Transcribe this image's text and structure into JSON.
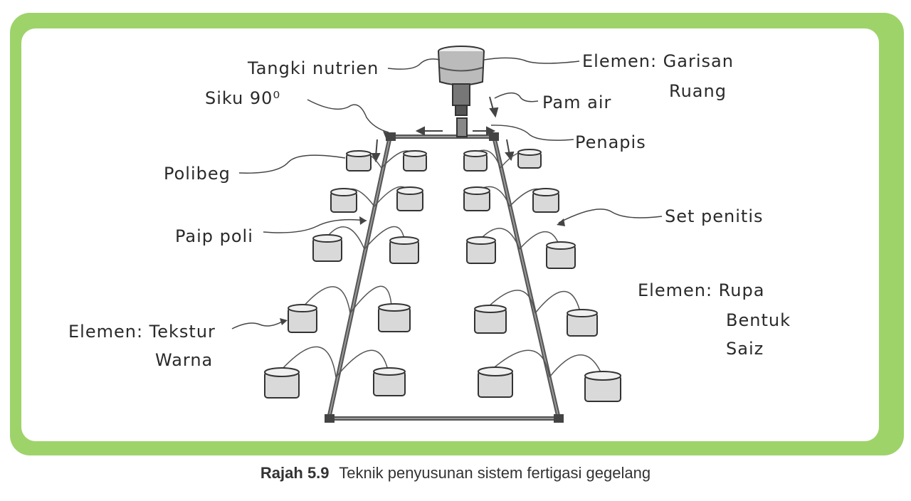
{
  "colors": {
    "frame": "#9ed36a",
    "panel": "#ffffff",
    "ink": "#2a2a2a",
    "pipe": "#555555"
  },
  "labels": {
    "tangki": "Tangki nutrien",
    "siku": "Siku 90⁰",
    "elemen_garisan_1": "Elemen: Garisan",
    "elemen_garisan_2": "Ruang",
    "pam": "Pam air",
    "penapis": "Penapis",
    "polibeg": "Polibeg",
    "paip": "Paip poli",
    "set_penitis": "Set penitis",
    "elemen_rupa_1": "Elemen: Rupa",
    "elemen_rupa_2": "Bentuk",
    "elemen_rupa_3": "Saiz",
    "elemen_tekstur_1": "Elemen: Tekstur",
    "elemen_tekstur_2": "Warna"
  },
  "caption": {
    "number": "Rajah 5.9",
    "text": "Teknik penyusunan sistem fertigasi gegelang"
  }
}
